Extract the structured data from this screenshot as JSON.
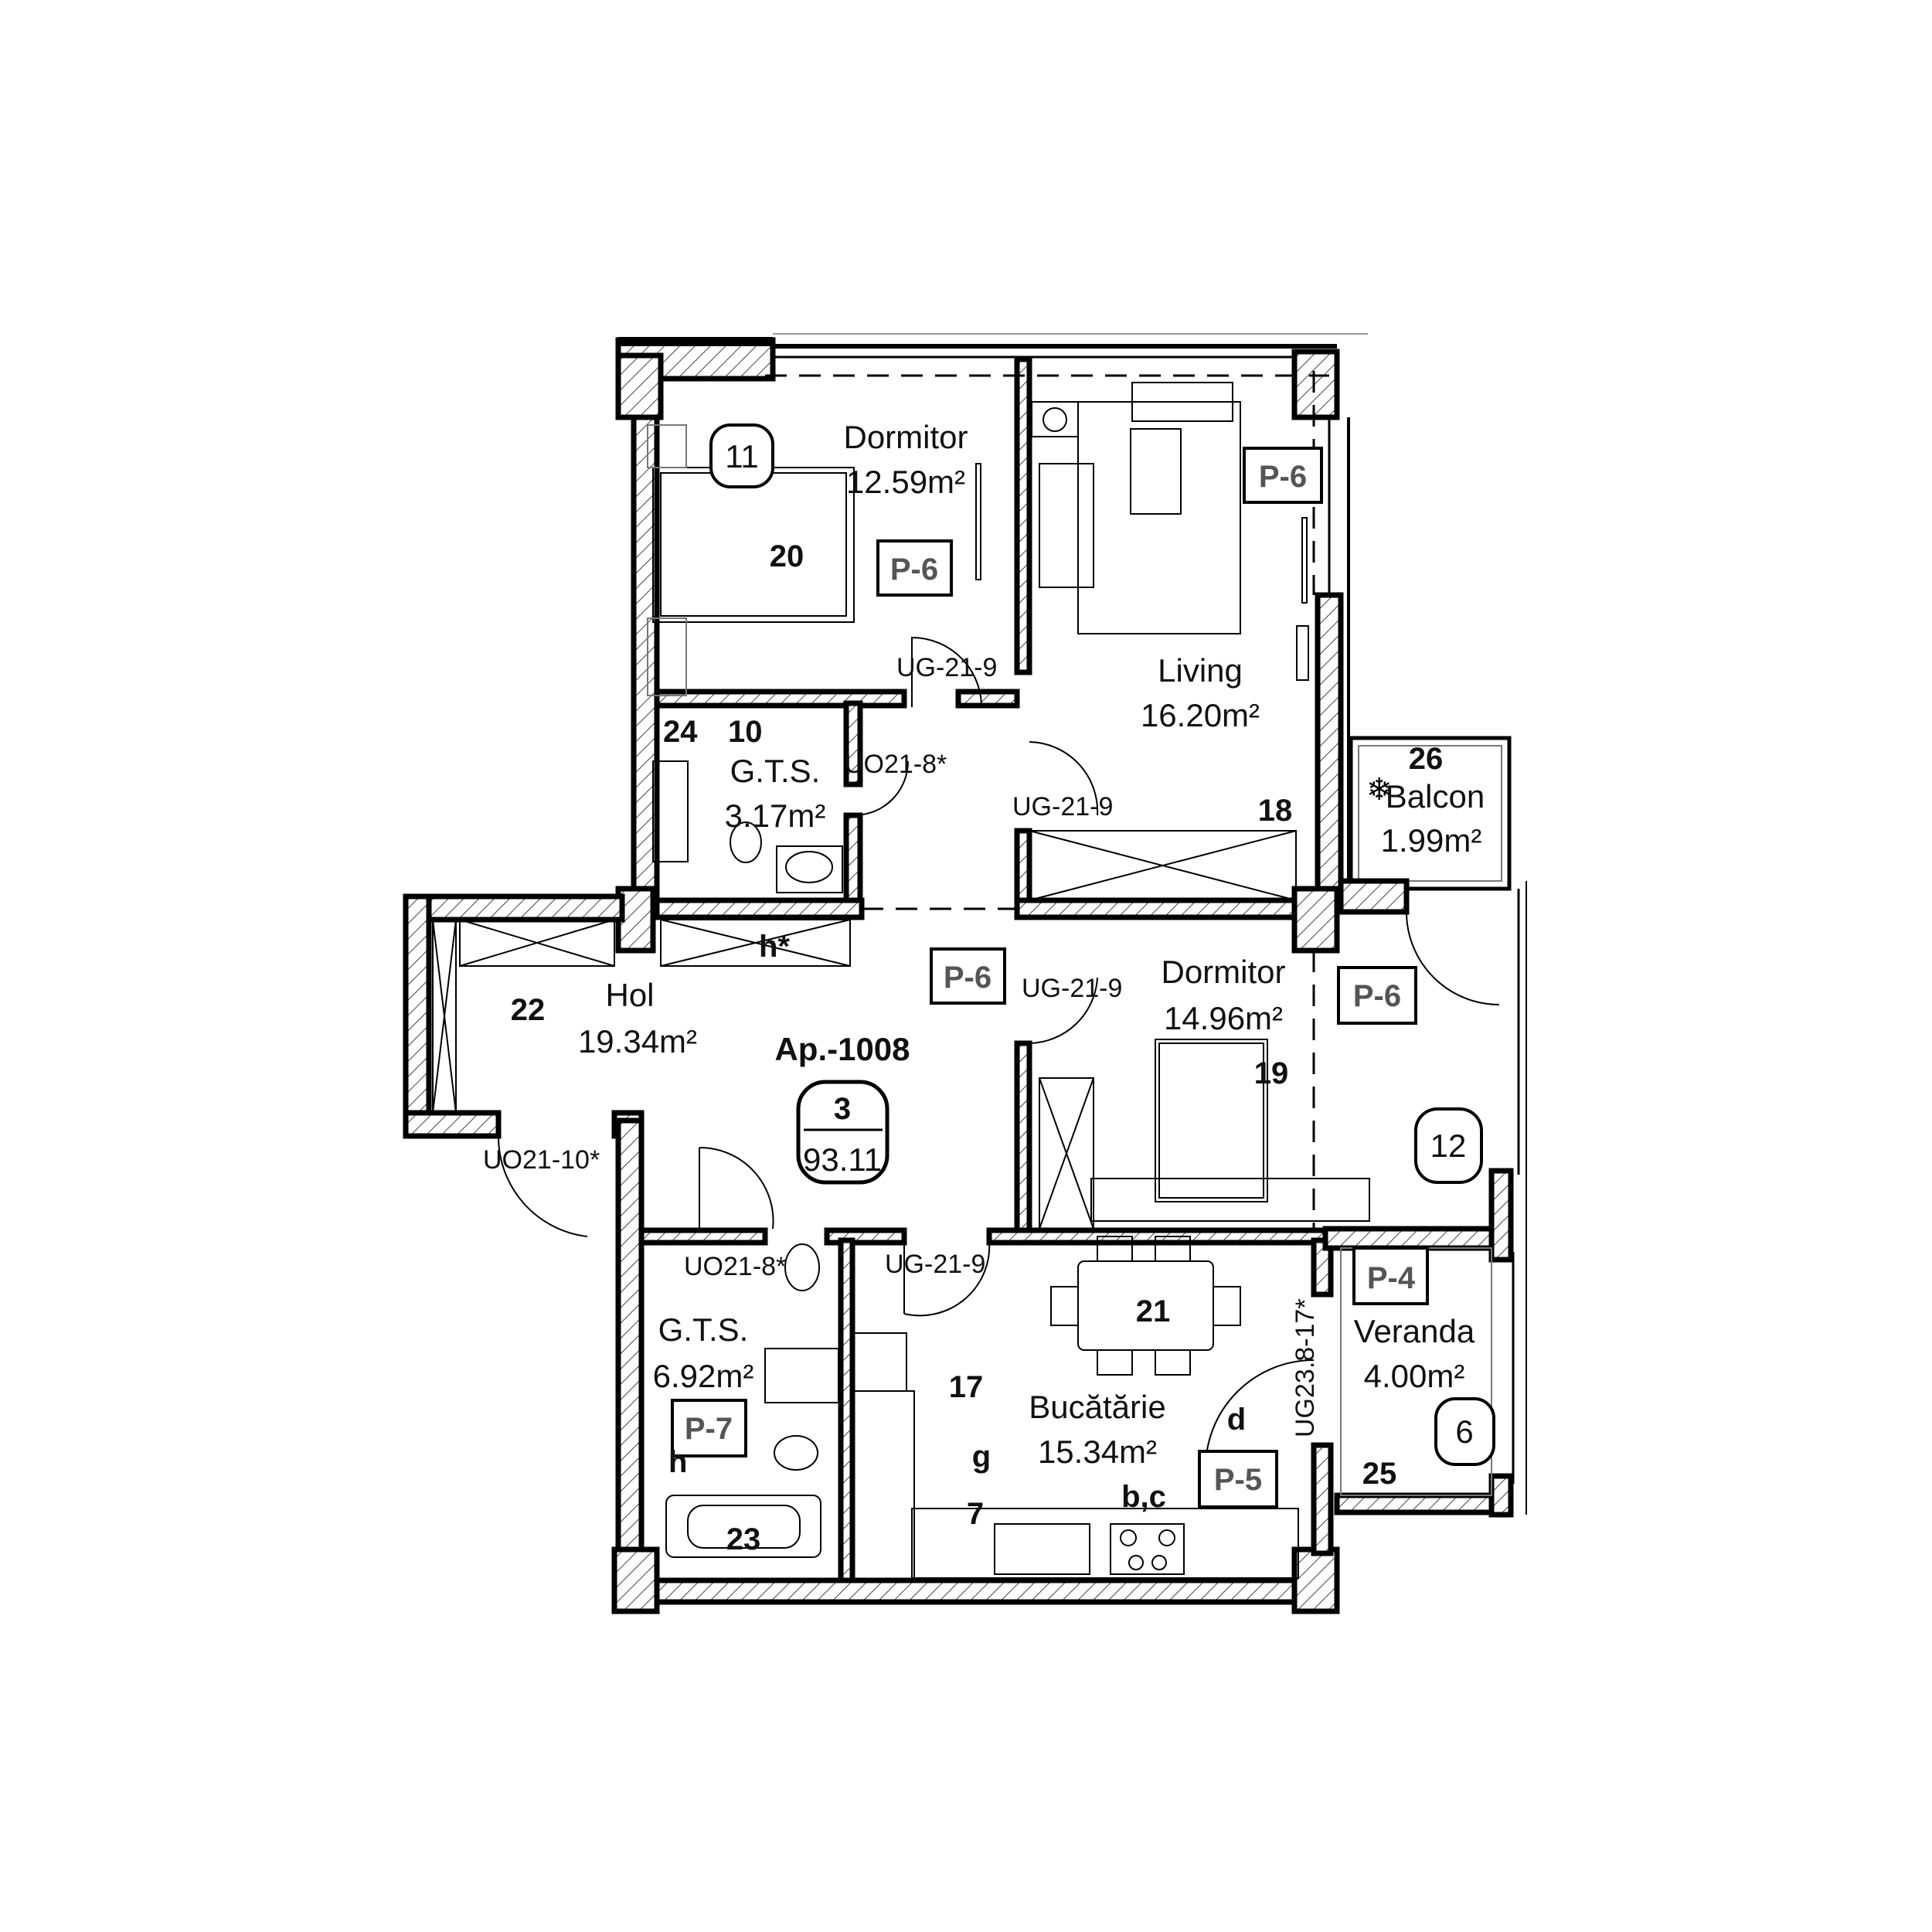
{
  "plan": {
    "apartment_id": "Ap.-1008",
    "apartment_rooms": "3",
    "apartment_area": "93.11"
  },
  "rooms": {
    "dormitor1": {
      "name": "Dormitor",
      "area": "12.59m²",
      "num": "20",
      "tag": "P-6",
      "bubble": "11"
    },
    "living": {
      "name": "Living",
      "area": "16.20m²",
      "num": "18",
      "tag": "P-6"
    },
    "gts_small": {
      "name": "G.T.S.",
      "area": "3.17m²",
      "num": "10",
      "num2": "24"
    },
    "balcon": {
      "name": "Balcon",
      "area": "1.99m²",
      "num": "26"
    },
    "hol": {
      "name": "Hol",
      "area": "19.34m²",
      "num": "22",
      "tag": "P-6",
      "note": "h*"
    },
    "dormitor2": {
      "name": "Dormitor",
      "area": "14.96m²",
      "num": "19",
      "tag": "P-6",
      "tag2": "P-6",
      "bubble": "12"
    },
    "gts_large": {
      "name": "G.T.S.",
      "area": "6.92m²",
      "num": "23",
      "tag": "P-7",
      "note": "h"
    },
    "bucatarie": {
      "name": "Bucătărie",
      "area": "15.34m²",
      "num": "21",
      "tag": "P-5",
      "note_d": "d",
      "note_bc": "b,c",
      "note_g": "g",
      "num17": "17",
      "num7": "7"
    },
    "veranda": {
      "name": "Veranda",
      "area": "4.00m²",
      "num": "25",
      "tag": "P-4",
      "bubble": "6"
    }
  },
  "doors": {
    "d1": "UG-21-9",
    "d2": "UO21-8*",
    "d3": "UG-21-9",
    "d4": "UG-21-9",
    "d5": "UO21-10*",
    "d6": "UO21-8*",
    "d7": "UG-21-9",
    "d8": "UG23.8-17*"
  }
}
